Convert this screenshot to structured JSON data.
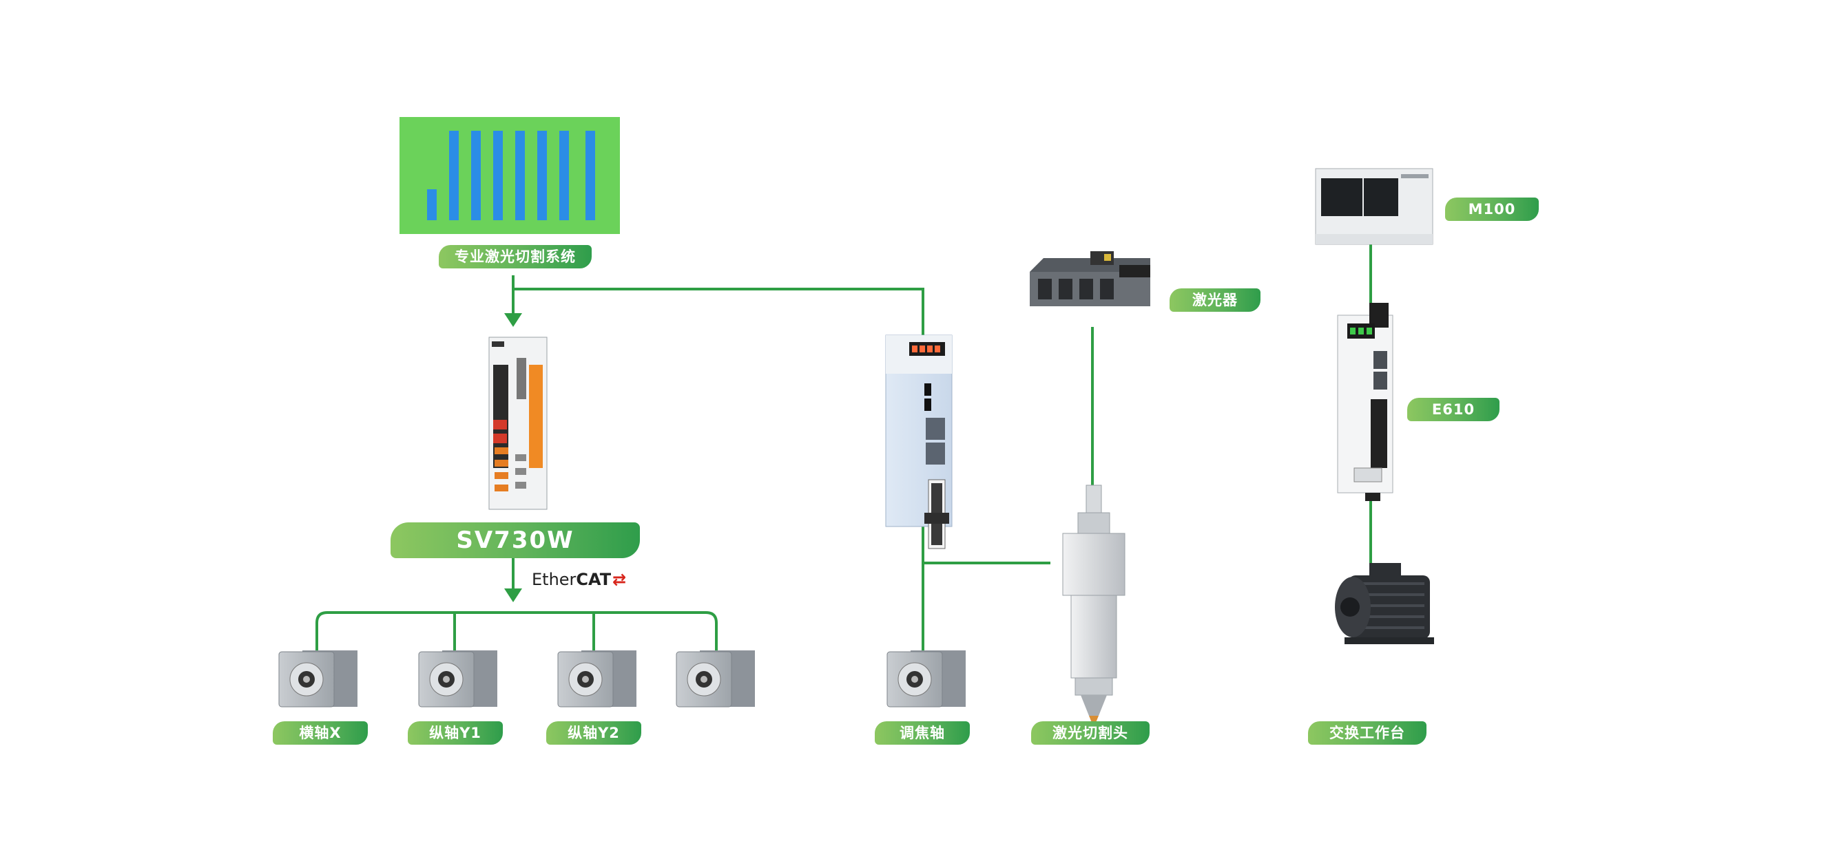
{
  "labels": {
    "system": "专业激光切割系统",
    "sv730w": "SV730W",
    "laser": "激光器",
    "m100": "M100",
    "e610": "E610",
    "axis_x": "横轴X",
    "axis_y1": "纵轴Y1",
    "axis_y2": "纵轴Y2",
    "focus_axis": "调焦轴",
    "cutting_head": "激光切割头",
    "exchange_table": "交换工作台"
  },
  "ethercat": {
    "prefix": "Ether",
    "bold": "CAT"
  },
  "colors": {
    "line": "#2e9e44",
    "label_start": "#8dc760",
    "label_end": "#2f9d4b",
    "logo_bg": "#6bd25a",
    "logo_bars": "#2b8de6"
  }
}
